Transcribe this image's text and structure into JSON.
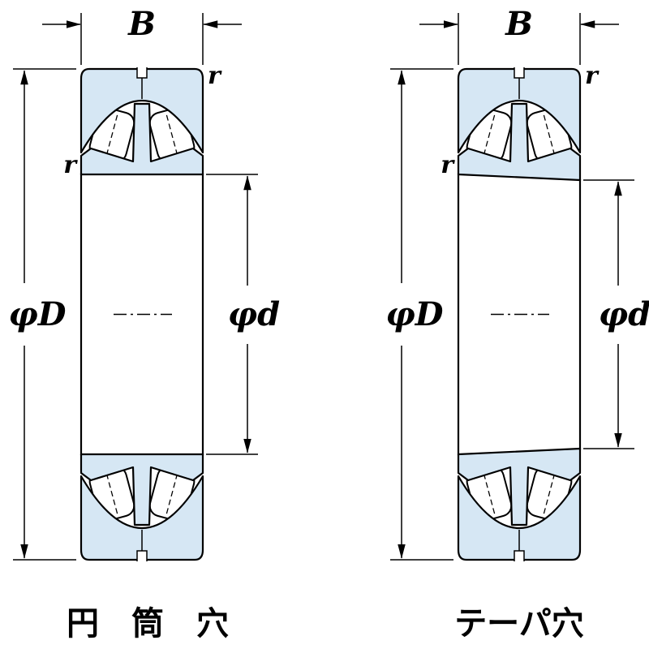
{
  "figure": {
    "captions": {
      "left": "円　筒　穴",
      "right": "テーパ穴"
    },
    "dimensions": {
      "width": "B",
      "outer_diameter": "φD",
      "bore_diameter": "φd",
      "chamfer": "r"
    },
    "colors": {
      "ring_fill": "#d6e7f4",
      "line": "#000000",
      "background": "#ffffff"
    }
  }
}
